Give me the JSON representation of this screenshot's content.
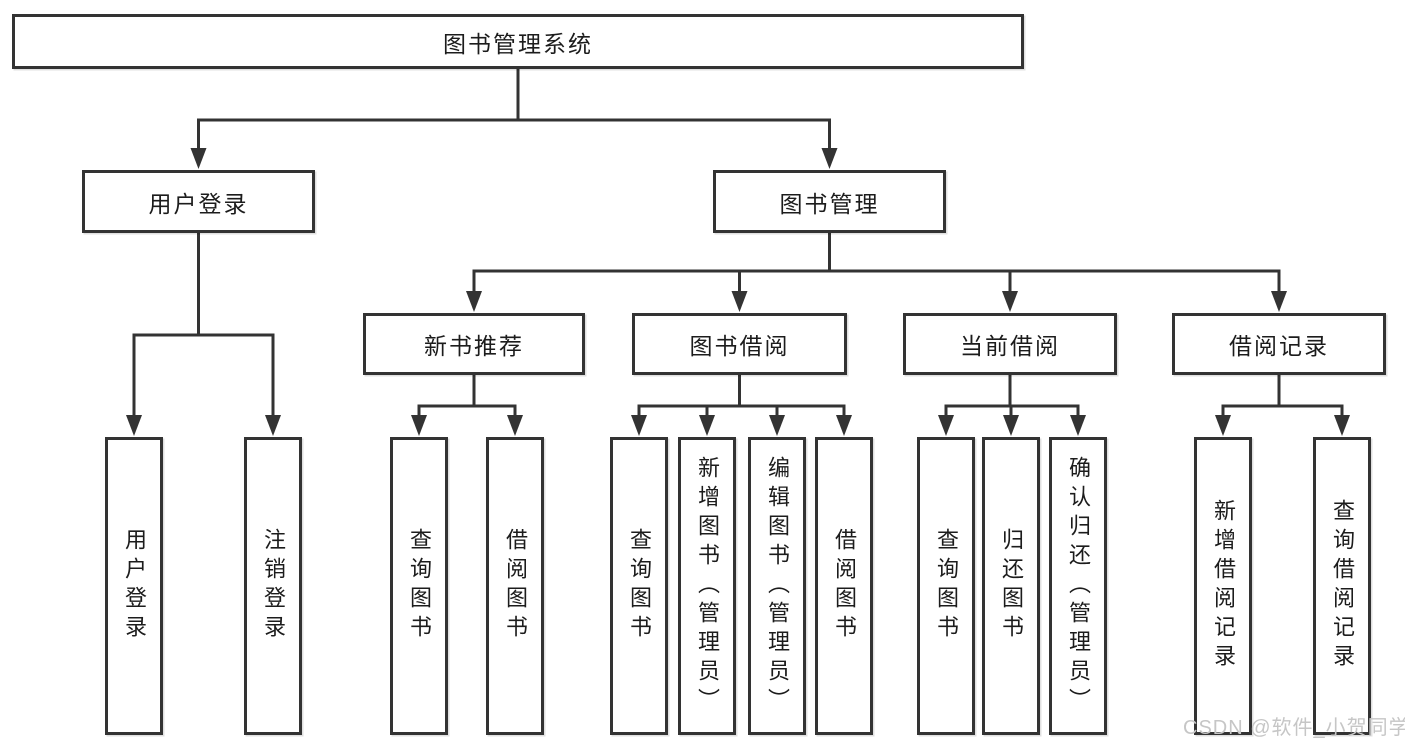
{
  "diagram": {
    "root": {
      "label": "图书管理系统"
    },
    "branches": [
      {
        "label": "用户登录",
        "children": [
          {
            "label": "用户登录"
          },
          {
            "label": "注销登录"
          }
        ]
      },
      {
        "label": "图书管理",
        "children": [
          {
            "label": "新书推荐",
            "children": [
              {
                "label": "查询图书"
              },
              {
                "label": "借阅图书"
              }
            ]
          },
          {
            "label": "图书借阅",
            "children": [
              {
                "label": "查询图书"
              },
              {
                "label": "新增图书（管理员）"
              },
              {
                "label": "编辑图书（管理员）"
              },
              {
                "label": "借阅图书"
              }
            ]
          },
          {
            "label": "当前借阅",
            "children": [
              {
                "label": "查询图书"
              },
              {
                "label": "归还图书"
              },
              {
                "label": "确认归还（管理员）"
              }
            ]
          },
          {
            "label": "借阅记录",
            "children": [
              {
                "label": "新增借阅记录"
              },
              {
                "label": "查询借阅记录"
              }
            ]
          }
        ]
      }
    ]
  },
  "watermark": "CSDN @软件_小贺同学",
  "colors": {
    "line": "#333333",
    "box_border": "#333333",
    "text": "#1c1c1c",
    "watermark": "#c6c6c6",
    "background": "#ffffff"
  }
}
